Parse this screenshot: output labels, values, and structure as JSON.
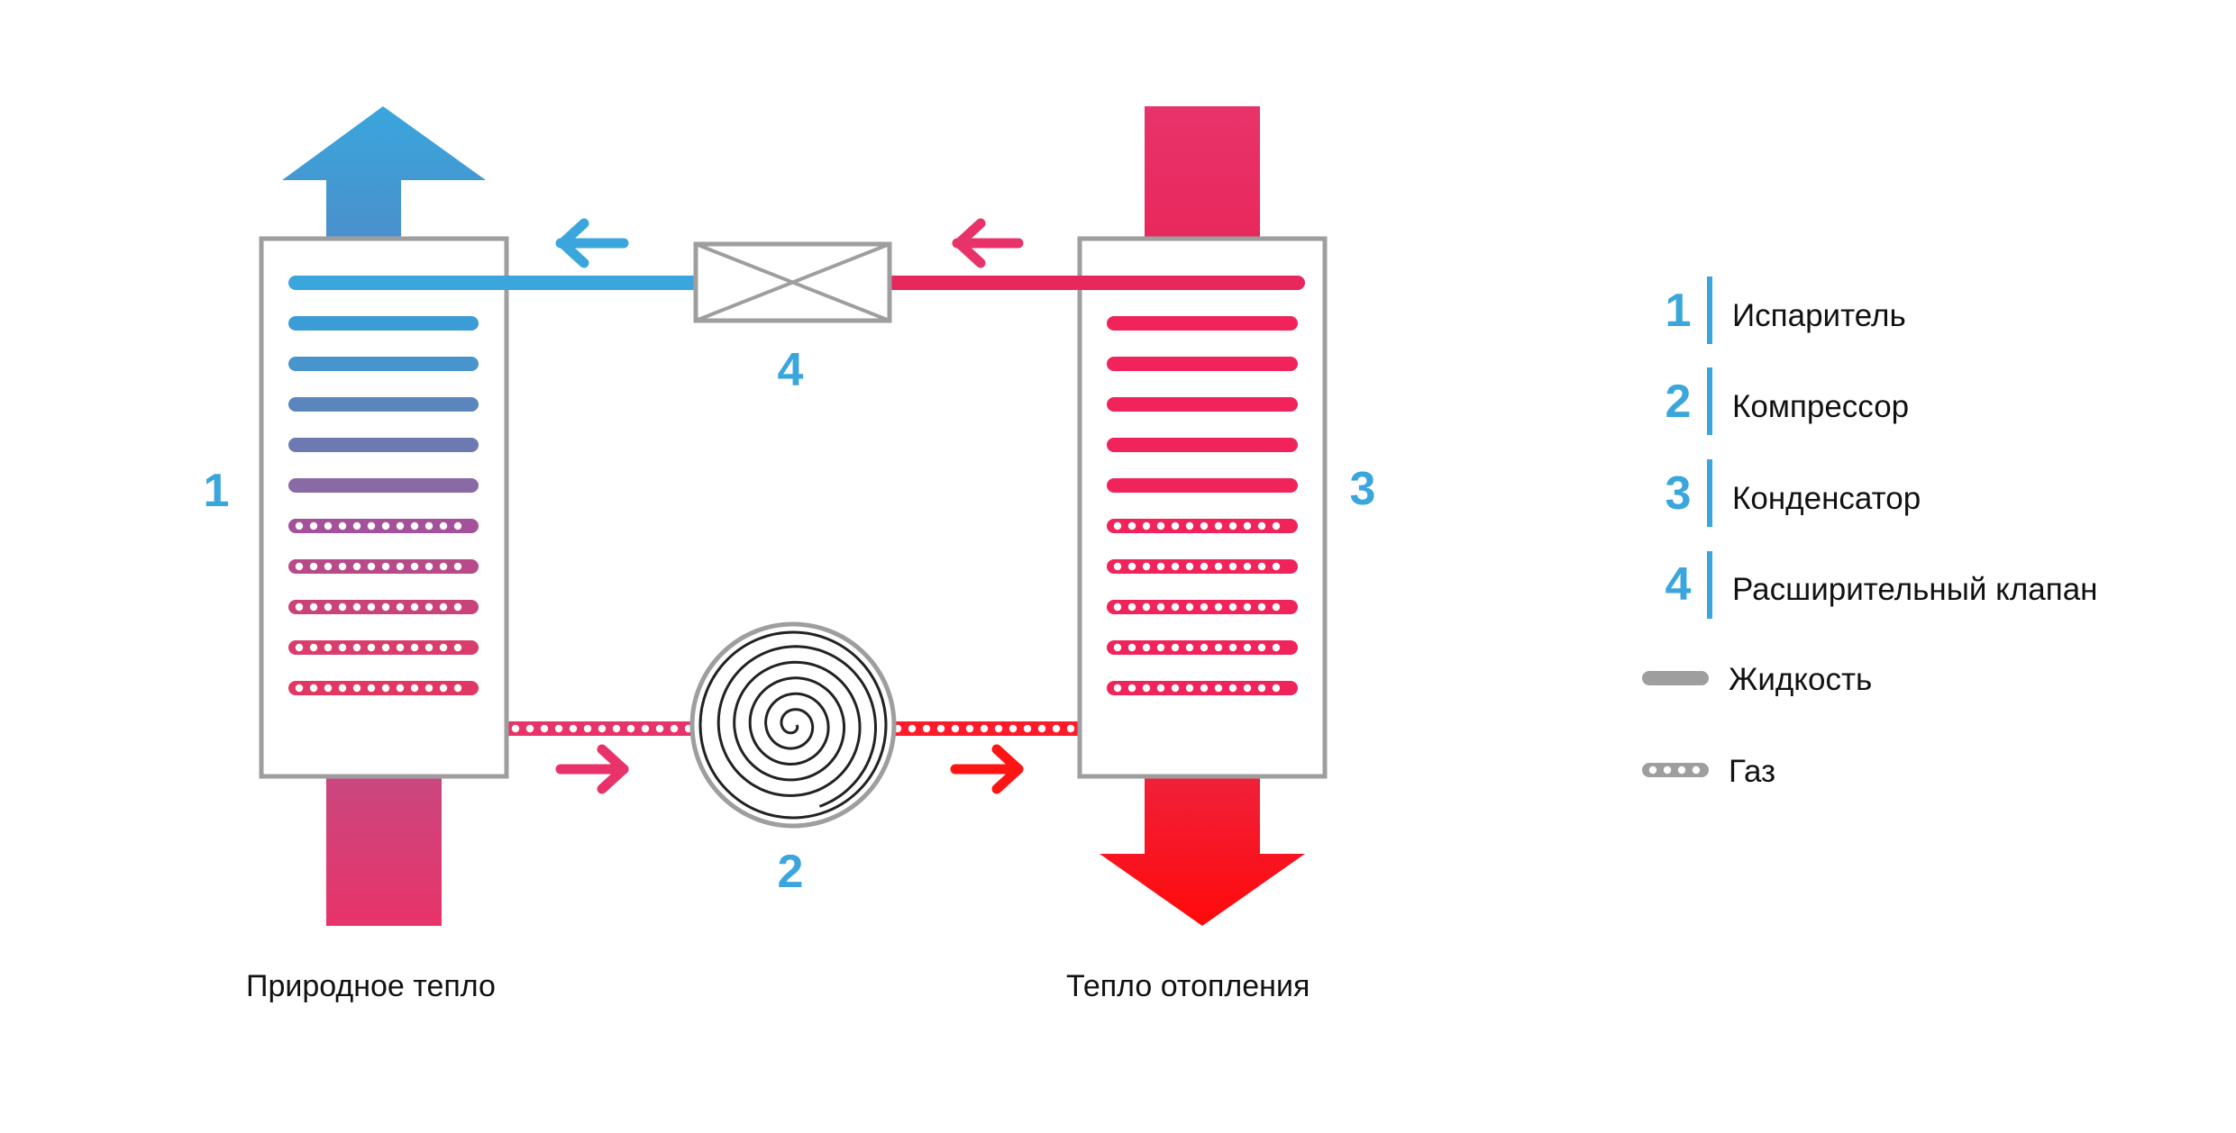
{
  "colors": {
    "blue": "#3aa6dc",
    "red": "#e8285c",
    "bright_red": "#ff0f0f",
    "gray": "#9e9e9e",
    "purple": "#8a6aa5"
  },
  "diagram": {
    "evaporator_number": "1",
    "compressor_number": "2",
    "condenser_number": "3",
    "valve_number": "4",
    "left_caption": "Природное тепло",
    "right_caption": "Тепло отопления"
  },
  "legend": {
    "items": [
      {
        "number": "1",
        "label": "Испаритель"
      },
      {
        "number": "2",
        "label": "Компрессор"
      },
      {
        "number": "3",
        "label": "Конденсатор"
      },
      {
        "number": "4",
        "label": "Расширительный клапан"
      }
    ],
    "liquid_label": "Жидкость",
    "gas_label": "Газ"
  }
}
